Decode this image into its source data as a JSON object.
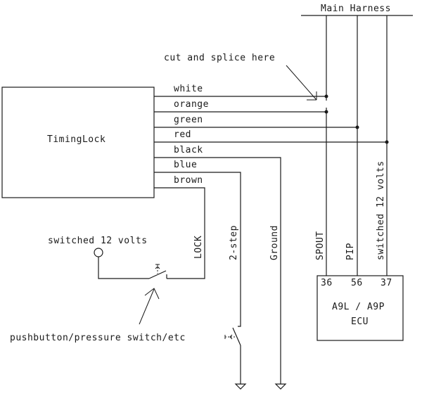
{
  "harness": {
    "title": "Main Harness"
  },
  "annotation": {
    "cut_splice": "cut and splice here",
    "pushbutton": "pushbutton/pressure switch/etc"
  },
  "module": {
    "name": "TimingLock",
    "wires": [
      {
        "color": "white"
      },
      {
        "color": "orange"
      },
      {
        "color": "green"
      },
      {
        "color": "red"
      },
      {
        "color": "black"
      },
      {
        "color": "blue"
      },
      {
        "color": "brown"
      }
    ]
  },
  "vertical_labels": {
    "lock": "LOCK",
    "two_step": "2-step",
    "ground": "Ground",
    "spout": "SPOUT",
    "pip": "PIP",
    "switched_12v": "switched 12 volts"
  },
  "switch_source": {
    "label": "switched 12 volts"
  },
  "ecu": {
    "pins": [
      "36",
      "56",
      "37"
    ],
    "model": "A9L / A9P",
    "name": "ECU"
  }
}
